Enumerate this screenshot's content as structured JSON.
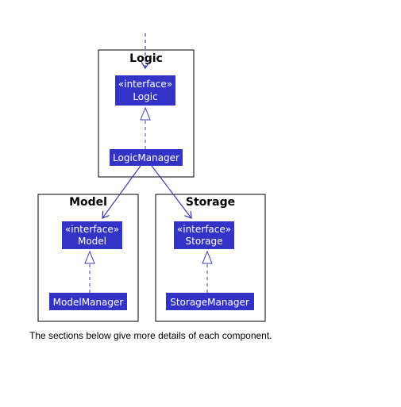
{
  "diagram": {
    "packages": {
      "logic": {
        "title": "Logic"
      },
      "model": {
        "title": "Model"
      },
      "storage": {
        "title": "Storage"
      }
    },
    "classes": {
      "logic_interface": {
        "stereotype": "«interface»",
        "name": "Logic"
      },
      "logic_manager": {
        "name": "LogicManager"
      },
      "model_interface": {
        "stereotype": "«interface»",
        "name": "Model"
      },
      "model_manager": {
        "name": "ModelManager"
      },
      "storage_interface": {
        "stereotype": "«interface»",
        "name": "Storage"
      },
      "storage_manager": {
        "name": "StorageManager"
      }
    },
    "colors": {
      "class_fill": "#3333c8",
      "class_text": "#ffffff",
      "edge": "#3d3db0",
      "package_border": "#000000"
    }
  },
  "caption": "The sections below give more details of each component."
}
